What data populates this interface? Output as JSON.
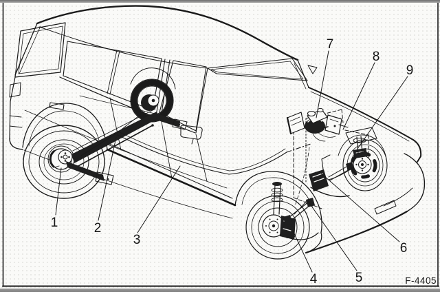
{
  "figure": {
    "code": "F-4405",
    "description": "Brake system component location diagram on hatchback car"
  },
  "callouts": [
    "1",
    "2",
    "3",
    "4",
    "5",
    "6",
    "7",
    "8",
    "9"
  ],
  "colors": {
    "line": "#1a1a1a",
    "background": "#fafaf8",
    "page_edge_top": "#8c8c8c",
    "page_edge_bottom": "#8a8a8a"
  }
}
